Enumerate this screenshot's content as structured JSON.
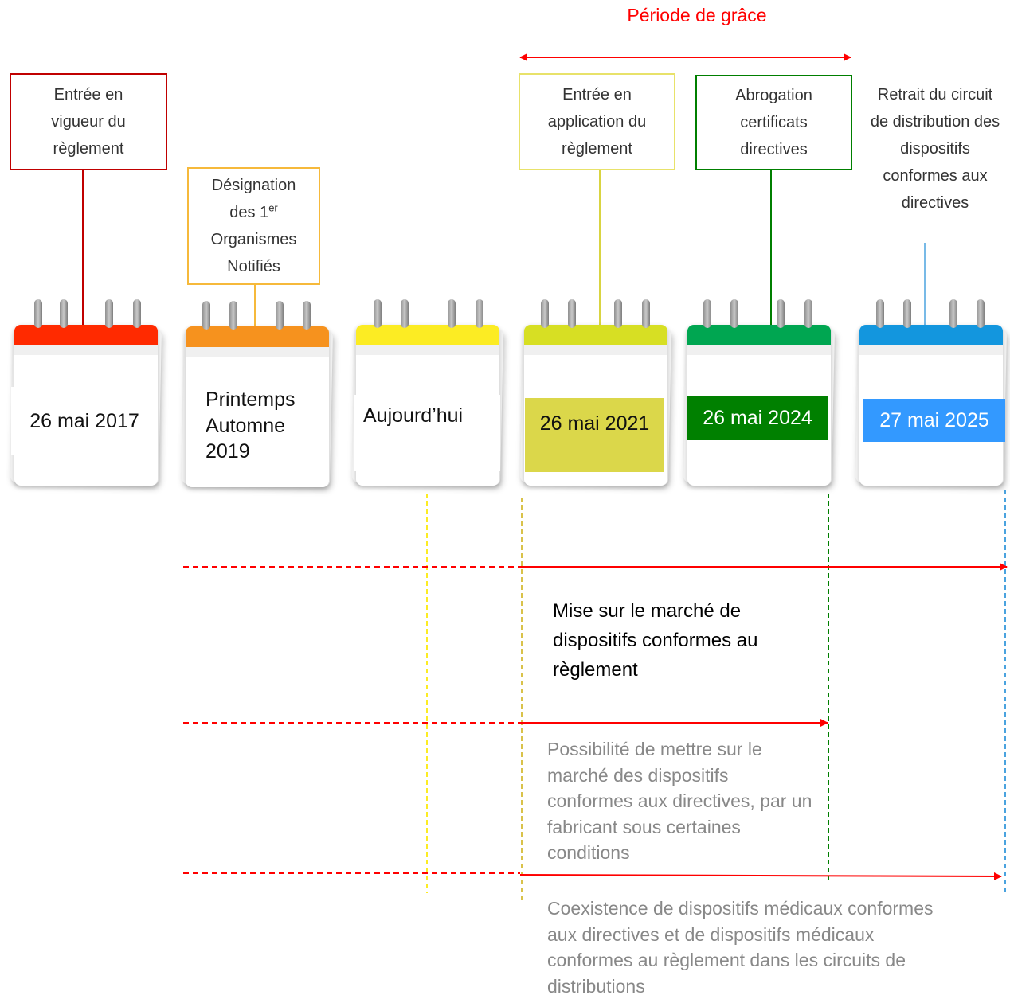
{
  "title": "Période de grâce",
  "top_boxes": [
    {
      "id": "vigueur",
      "text": "Entrée en vigueur du règlement"
    },
    {
      "id": "designation",
      "text_parts": [
        "Désignation des 1",
        "er",
        " Organismes Notifiés"
      ]
    },
    {
      "id": "application",
      "text": "Entrée en application du règlement"
    },
    {
      "id": "abrogation",
      "text": "Abrogation certificats directives"
    },
    {
      "id": "retrait",
      "text": "Retrait du circuit de distribution des dispositifs conformes aux directives"
    }
  ],
  "calendars": [
    {
      "id": "cal-2017",
      "color": "#ff2a00",
      "date_text": "26 mai 2017",
      "date_fill": "#ffffff",
      "date_color": "#111111"
    },
    {
      "id": "cal-2019",
      "color": "#f6921e",
      "date_lines": [
        "Printemps",
        "Automne",
        "2019"
      ],
      "date_fill": "#ffffff",
      "date_color": "#111111"
    },
    {
      "id": "cal-today",
      "color": "#fcec23",
      "date_text": "Aujourd’hui",
      "date_fill": "#ffffff",
      "date_color": "#111111"
    },
    {
      "id": "cal-2021",
      "color": "#d7df23",
      "date_text": "26 mai 2021",
      "date_fill": "#dbd74a",
      "date_color": "#111111"
    },
    {
      "id": "cal-2024",
      "color": "#00a651",
      "date_text": "26 mai 2024",
      "date_fill": "#008000",
      "date_color": "#ffffff"
    },
    {
      "id": "cal-2025",
      "color": "#1396de",
      "date_text": "27 mai 2025",
      "date_fill": "#3399ff",
      "date_color": "#ffffff"
    }
  ],
  "phases": [
    {
      "id": "mise-marche",
      "text": "Mise sur le marché de dispositifs conformes au règlement"
    },
    {
      "id": "possibilite",
      "text": "Possibilité de mettre sur le marché des dispositifs conformes aux directives, par un fabricant sous certaines conditions"
    },
    {
      "id": "coexistence",
      "text": "Coexistence de dispositifs médicaux conformes aux directives et de dispositifs médicaux conformes au règlement dans les circuits de distributions"
    }
  ],
  "colors": {
    "red": "#ff0000",
    "dark_red": "#c00000",
    "orange": "#f6b93b",
    "yellow": "#fcec23",
    "olive": "#d9d441",
    "green": "#007f00",
    "blue": "#4aa3df"
  }
}
